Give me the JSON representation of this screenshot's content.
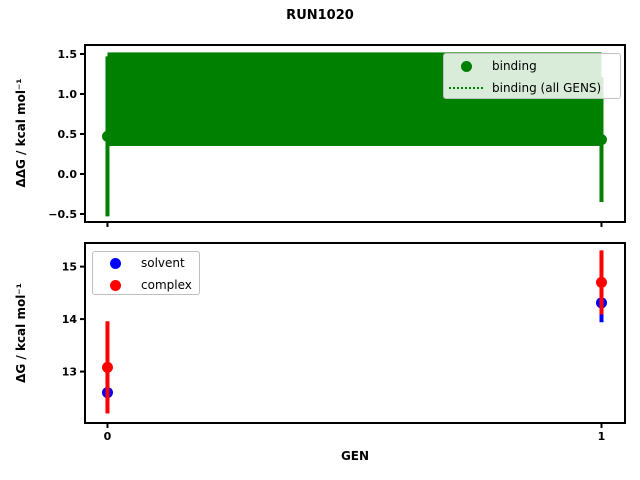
{
  "chart_data": [
    {
      "type": "scatter",
      "subtype": "errorbar",
      "title": "RUN1020",
      "xlabel": "",
      "ylabel": "ΔΔG / kcal mol⁻¹",
      "xlim": [
        -0.0455,
        1.0476
      ],
      "ylim": [
        -0.6,
        1.6125
      ],
      "yticks": [
        1.5,
        1.0,
        0.5,
        0.0,
        -0.5
      ],
      "ytick_labels": [
        "1.5",
        "1.0",
        "0.5",
        "0.0",
        "−0.5"
      ],
      "xticks": [
        0,
        1
      ],
      "xtick_labels": [
        "",
        ""
      ],
      "grid": false,
      "x": [
        0,
        1
      ],
      "series": [
        {
          "name": "binding",
          "color": "#008000",
          "marker": "circle",
          "y": [
            0.47,
            0.43
          ],
          "y_err_low": [
            -0.53,
            -0.35
          ],
          "y_err_high": [
            1.47,
            1.21
          ]
        }
      ],
      "band": {
        "name": "binding (all GENS)",
        "color": "#008000",
        "line_style": "dotted",
        "x_from": 0,
        "x_to": 1,
        "y_low": 0.35,
        "y_high": 1.52
      },
      "legend": {
        "position": "upper right",
        "items": [
          {
            "label": "binding",
            "marker": "dot",
            "color": "#008000"
          },
          {
            "label": "binding (all GENS)",
            "marker": "dotted-line",
            "color": "#008000"
          }
        ]
      }
    },
    {
      "type": "scatter",
      "subtype": "errorbar",
      "title": "",
      "xlabel": "GEN",
      "ylabel": "ΔG / kcal mol⁻¹",
      "xlim": [
        -0.0455,
        1.0476
      ],
      "ylim": [
        12.02,
        15.45
      ],
      "yticks": [
        15,
        14,
        13
      ],
      "ytick_labels": [
        "15",
        "14",
        "13"
      ],
      "xticks": [
        0,
        1
      ],
      "xtick_labels": [
        "0",
        "1"
      ],
      "grid": false,
      "x": [
        0,
        1
      ],
      "series": [
        {
          "name": "solvent",
          "color": "#0000ff",
          "marker": "circle",
          "y": [
            12.6,
            14.31
          ],
          "y_err_low": [
            12.23,
            13.94
          ],
          "y_err_high": [
            12.97,
            14.68
          ]
        },
        {
          "name": "complex",
          "color": "#ff0000",
          "marker": "circle",
          "y": [
            13.08,
            14.7
          ],
          "y_err_low": [
            12.2,
            14.09
          ],
          "y_err_high": [
            13.96,
            15.31
          ]
        }
      ],
      "legend": {
        "position": "upper left",
        "items": [
          {
            "label": "solvent",
            "marker": "dot",
            "color": "#0000ff"
          },
          {
            "label": "complex",
            "marker": "dot",
            "color": "#ff0000"
          }
        ]
      }
    }
  ],
  "colors": {
    "binding": "#008000",
    "solvent": "#0000ff",
    "complex": "#ff0000",
    "spine": "#000000",
    "background": "#ffffff",
    "legend_border": "#bfbfbf"
  }
}
